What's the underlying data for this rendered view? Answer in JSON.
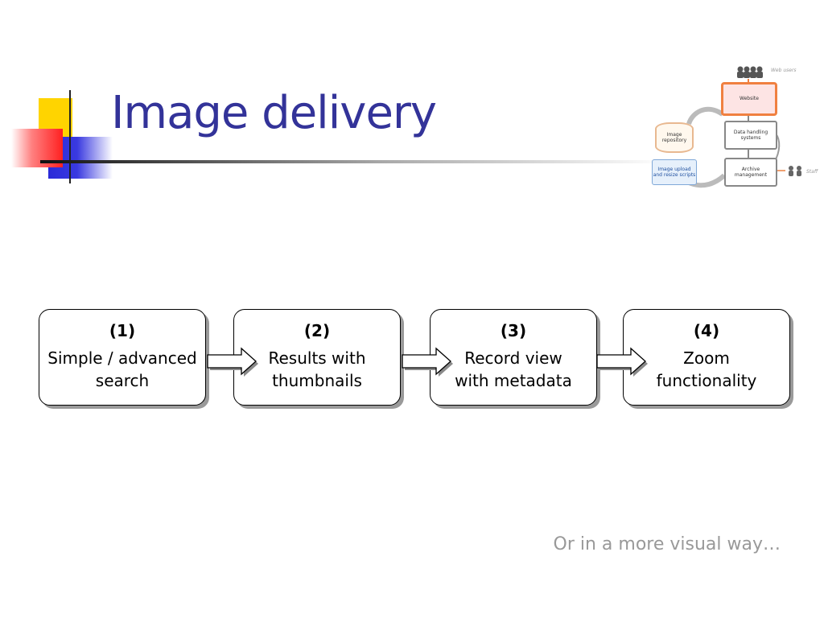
{
  "slide": {
    "title": "Image delivery",
    "footer": "Or in a more visual way…"
  },
  "thumbnail": {
    "website": "Website",
    "data_handling": "Data handling systems",
    "archive": "Archive management",
    "repository": "Image repository",
    "scripts": "Image upload and resize scripts",
    "web_users": "Web users",
    "staff": "Staff"
  },
  "flow": {
    "steps": [
      {
        "number": "(1)",
        "label_line1": "Simple / advanced",
        "label_line2": "search"
      },
      {
        "number": "(2)",
        "label_line1": "Results with",
        "label_line2": "thumbnails"
      },
      {
        "number": "(3)",
        "label_line1": "Record view",
        "label_line2": "with metadata"
      },
      {
        "number": "(4)",
        "label_line1": "Zoom",
        "label_line2": "functionality"
      }
    ]
  },
  "colors": {
    "title": "#333399",
    "footer": "#999999",
    "accent_yellow": "#ffd400",
    "accent_blue": "#2a2ad8",
    "accent_red": "#ff2020",
    "website_border": "#f08040"
  }
}
